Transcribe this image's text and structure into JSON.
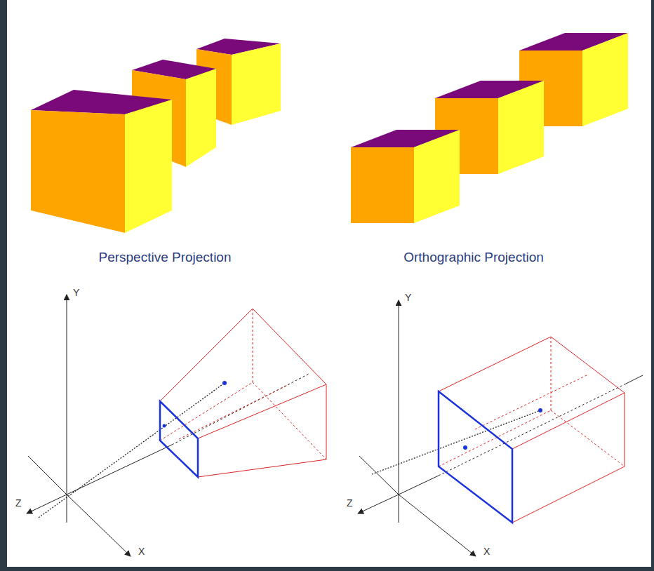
{
  "diagram": {
    "labels": [
      "Perspective Projection",
      "Orthographic Projection",
      "Y",
      "Z",
      "X",
      "Y",
      "Z",
      "X"
    ]
  }
}
